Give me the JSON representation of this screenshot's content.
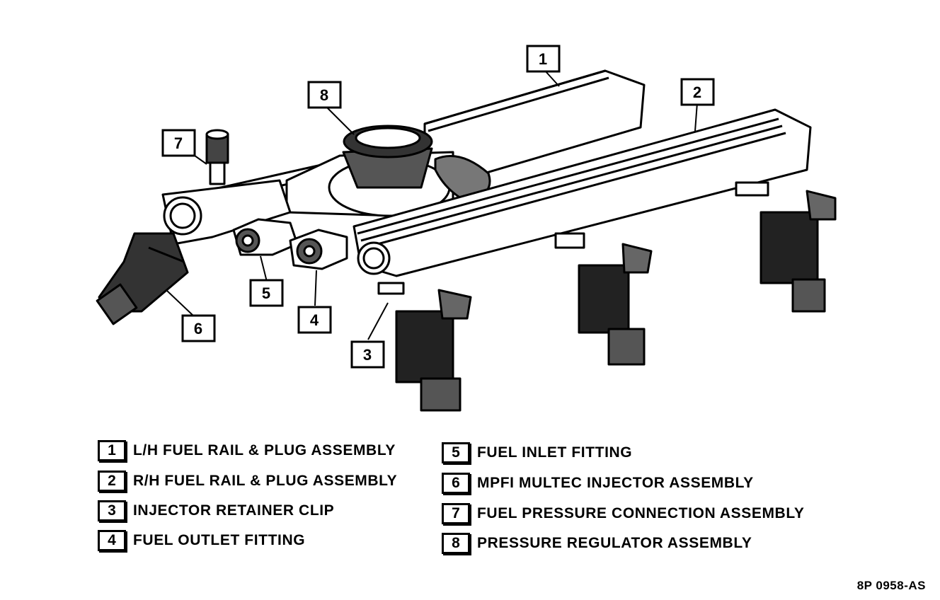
{
  "callouts": [
    "1",
    "2",
    "3",
    "4",
    "5",
    "6",
    "7",
    "8"
  ],
  "legend": [
    {
      "num": "1",
      "text": "L/H FUEL RAIL & PLUG ASSEMBLY"
    },
    {
      "num": "2",
      "text": "R/H FUEL RAIL & PLUG ASSEMBLY"
    },
    {
      "num": "3",
      "text": "INJECTOR RETAINER CLIP"
    },
    {
      "num": "4",
      "text": "FUEL OUTLET FITTING"
    },
    {
      "num": "5",
      "text": "FUEL INLET FITTING"
    },
    {
      "num": "6",
      "text": "MPFI MULTEC INJECTOR ASSEMBLY"
    },
    {
      "num": "7",
      "text": "FUEL PRESSURE CONNECTION ASSEMBLY"
    },
    {
      "num": "8",
      "text": "PRESSURE REGULATOR ASSEMBLY"
    }
  ],
  "reference_code": "8P 0958-AS",
  "colors": {
    "ink": "#000000",
    "paper": "#ffffff"
  }
}
